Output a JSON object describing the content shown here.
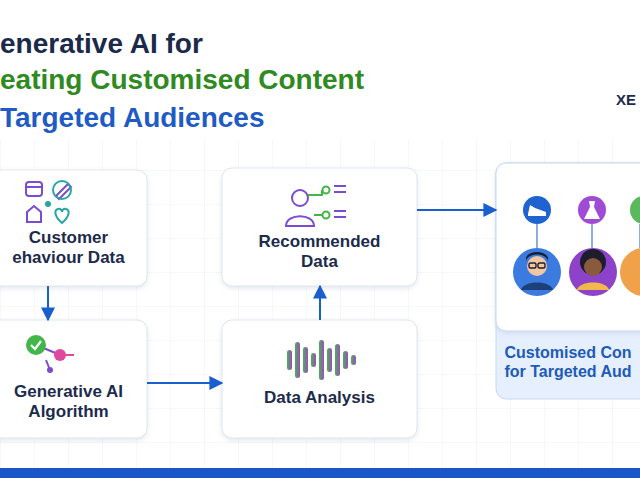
{
  "diagram": {
    "title": "enerative AI for",
    "nodes": [
      {
        "text": [
          "Customer ehaviour Data"
        ]
      },
      {
        "text": [
          "Generative AI Algorithm"
        ]
      },
      {
        "text": [
          "Data Analysis"
        ]
      },
      {
        "text": [
          "Recommended Data"
        ]
      },
      {
        "text": [
          "Customised Con for Targeted Aud"
        ]
      }
    ],
    "edges": [
      {
        "from": 0,
        "to": 1,
        "arrow": "to"
      },
      {
        "from": 1,
        "to": 2,
        "arrow": "to"
      },
      {
        "from": 2,
        "to": 3,
        "arrow": "to"
      },
      {
        "from": 3,
        "to": 4,
        "arrow": "to"
      }
    ],
    "labels": [
      "eating Customised Content",
      "Targeted Audiences",
      "XE"
    ]
  }
}
